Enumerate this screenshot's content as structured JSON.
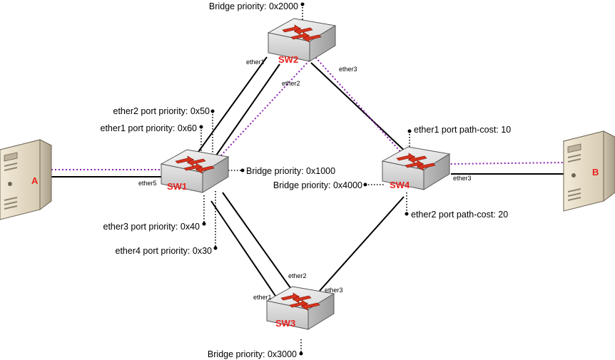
{
  "switches": {
    "sw1": {
      "name": "SW1"
    },
    "sw2": {
      "name": "SW2"
    },
    "sw3": {
      "name": "SW3"
    },
    "sw4": {
      "name": "SW4"
    }
  },
  "hosts": {
    "a": {
      "name": "A"
    },
    "b": {
      "name": "B"
    }
  },
  "annotations": {
    "sw2_bridge_priority": "Bridge priority: 0x2000",
    "sw1_ether2_port_priority": "ether2 port priority: 0x50",
    "sw1_ether1_port_priority": "ether1 port priority: 0x60",
    "sw1_bridge_priority": "Bridge priority: 0x1000",
    "sw1_ether3_port_priority": "ether3 port priority: 0x40",
    "sw1_ether4_port_priority": "ether4 port priority: 0x30",
    "sw4_ether1_path_cost": "ether1 port path-cost: 10",
    "sw4_bridge_priority": "Bridge priority: 0x4000",
    "sw4_ether2_path_cost": "ether2 port path-cost: 20",
    "sw3_bridge_priority": "Bridge priority: 0x3000"
  },
  "ports": {
    "sw1_ether5": "ether5",
    "sw2_ether1": "ether1",
    "sw2_ether2": "ether2",
    "sw2_ether3": "ether3",
    "sw3_ether1": "ether1",
    "sw3_ether2": "ether2",
    "sw3_ether3": "ether3",
    "sw4_ether3": "ether3"
  },
  "colors": {
    "device_label": "#e8231f",
    "active_path": "#8b1fb0",
    "link": "#000000"
  },
  "icons": {
    "switch": "network-switch-icon",
    "host": "server-tower-icon"
  }
}
